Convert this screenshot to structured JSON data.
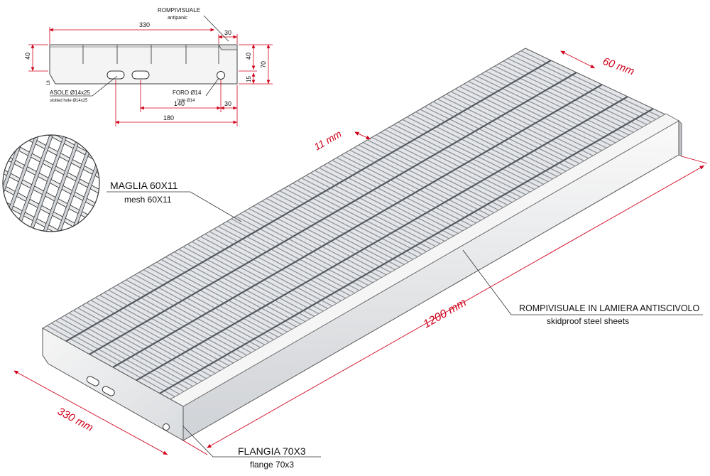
{
  "colors": {
    "dimension": "#d0021b",
    "line": "#333333",
    "steel_light": "#f2f3f4",
    "steel_mid": "#c9ccd0",
    "steel_dark": "#8a8f95",
    "background": "#ffffff"
  },
  "section_view": {
    "callout_main": "ROMPIVISUALE",
    "callout_sub": "antipanic",
    "dim_total_width": "330",
    "dim_flange_top": "30",
    "dim_height_left": "40",
    "dim_height_right_a": "40",
    "dim_height_right_b": "15",
    "dim_height_total": "70",
    "dim_corner": "18",
    "slot_label": "ASOLE Ø14x25",
    "slot_label_sub": "slotted hole Ø14x25",
    "hole_label": "FORO Ø14",
    "hole_label_sub": "hole Ø14",
    "dim_140": "140",
    "dim_30_bottom": "30",
    "dim_180": "180"
  },
  "grating": {
    "bar_spacing_label": "60 mm",
    "cross_bar_spacing_label": "11 mm",
    "length_label": "1200 mm",
    "width_label": "330 mm",
    "mesh_label": "MAGLIA 60X11",
    "mesh_label_sub": "mesh 60X11",
    "nosing_label": "ROMPIVISUALE IN LAMIERA ANTISCIVOLO",
    "nosing_label_sub": "skidproof steel sheets",
    "flange_label": "FLANGIA 70X3",
    "flange_label_sub": "flange 70x3"
  }
}
